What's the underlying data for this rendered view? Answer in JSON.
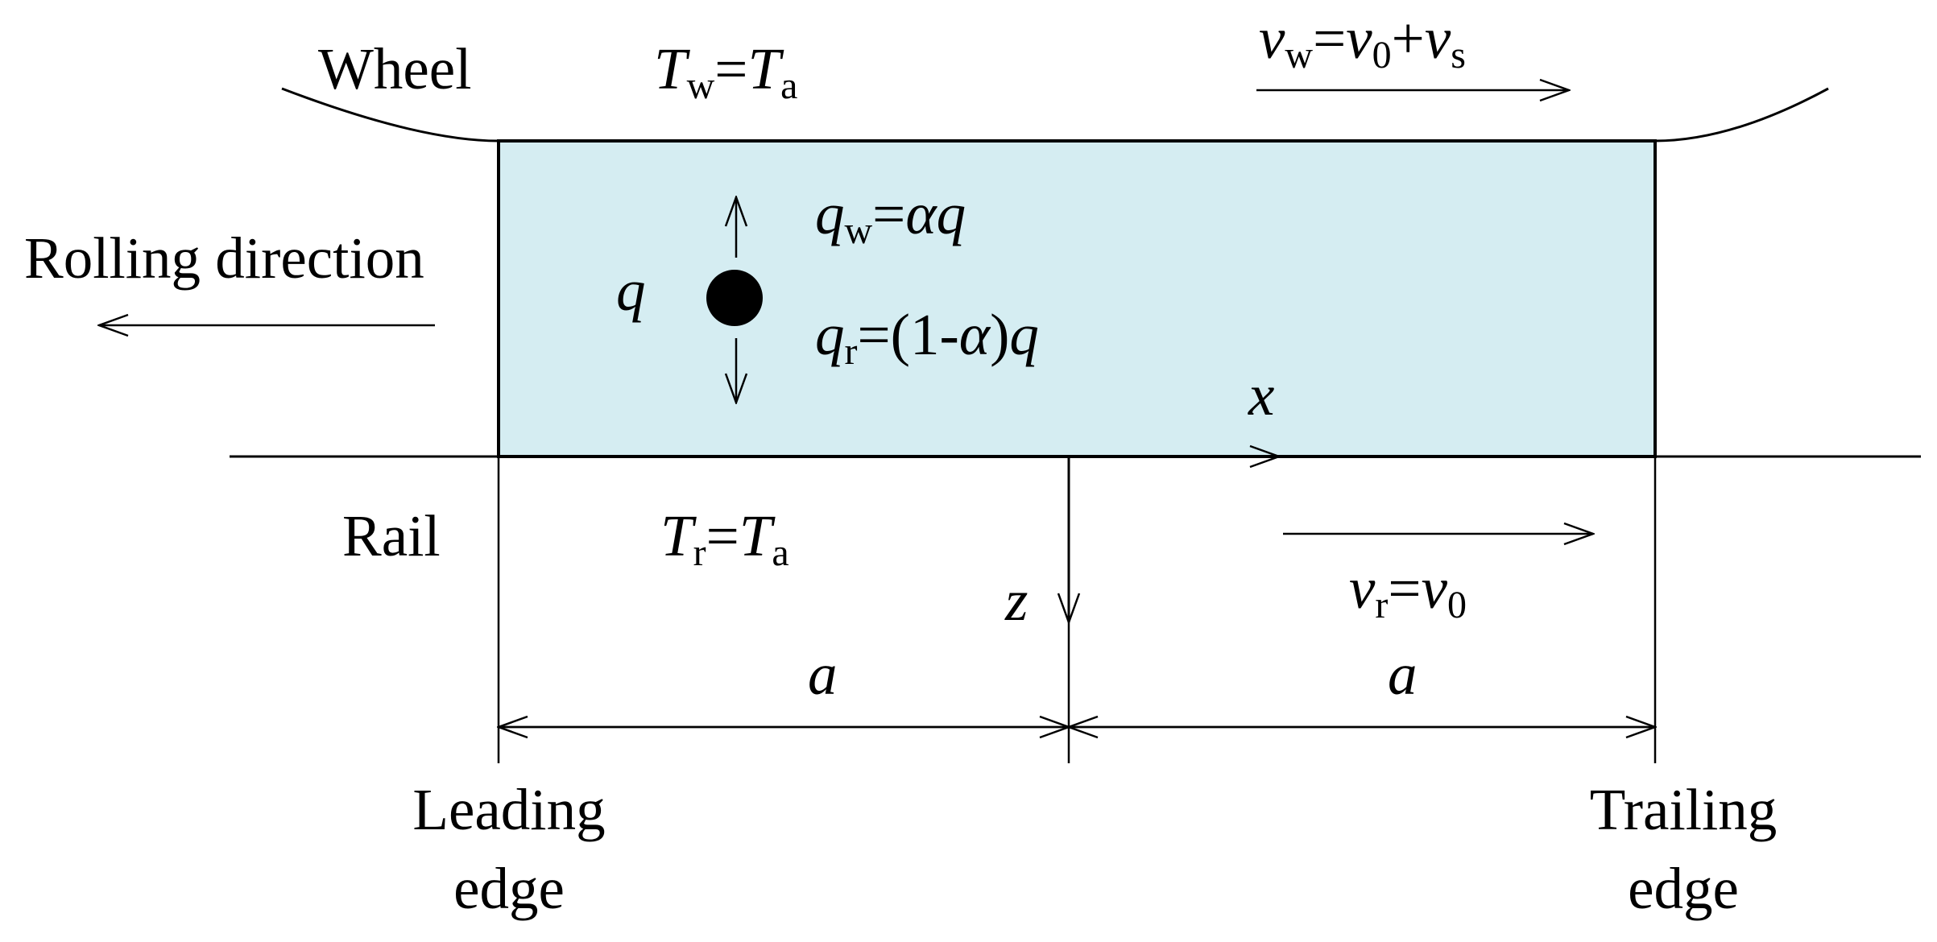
{
  "wheel": {
    "label": "Wheel",
    "temperature": {
      "T": "T",
      "T_sub": "w",
      "eq": "=",
      "Ta": "T",
      "Ta_sub": "a"
    },
    "velocity": {
      "v": "v",
      "v_sub": "w",
      "eq": "=",
      "v0": "v",
      "v0_sub": "0",
      "plus": "+",
      "vs": "v",
      "vs_sub": "s"
    }
  },
  "rail": {
    "label": "Rail",
    "temperature": {
      "T": "T",
      "T_sub": "r",
      "eq": "=",
      "Ta": "T",
      "Ta_sub": "a"
    },
    "velocity": {
      "v": "v",
      "v_sub": "r",
      "eq": "=",
      "v0": "v",
      "v0_sub": "0"
    }
  },
  "rolling_direction": "Rolling direction",
  "heat": {
    "q": "q",
    "qw": {
      "q": "q",
      "sub": "w",
      "rest_upright": "=",
      "alpha_q": "αq"
    },
    "qr": {
      "q": "q",
      "sub": "r",
      "rest_upright": "=(1-",
      "alpha": "α",
      "close": ")",
      "q_end": "q"
    }
  },
  "axes": {
    "x": "x",
    "z": "z"
  },
  "dimensions": {
    "left": "a",
    "right": "a"
  },
  "leading_edge": [
    "Leading",
    "edge"
  ],
  "trailing_edge": [
    "Trailing",
    "edge"
  ],
  "colors": {
    "contact_fill": "#d5edf2",
    "line": "#000000"
  }
}
